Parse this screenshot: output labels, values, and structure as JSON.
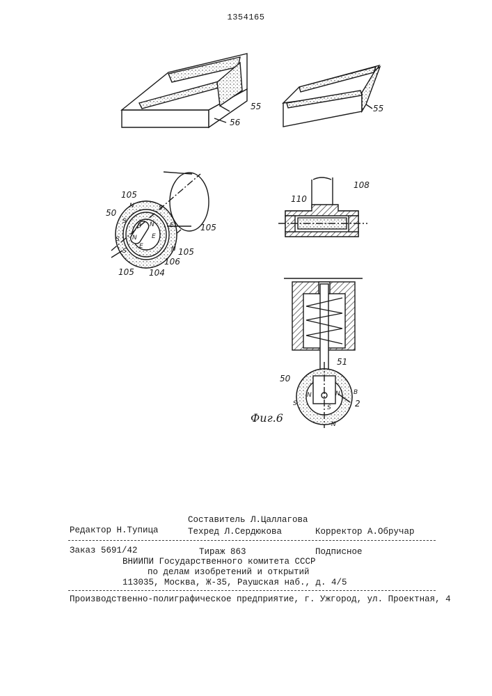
{
  "patent_number": "1354165",
  "figure_labels": {
    "upper_left_a": "55",
    "upper_left_b": "56",
    "upper_right": "55",
    "cyl_105_top": "105",
    "cyl_50": "50",
    "cyl_105_right": "105",
    "cyl_105_right_low": "105",
    "cyl_106": "106",
    "cyl_104": "104",
    "cyl_105_bottom": "105",
    "pole_n1": "N",
    "pole_s1": "S",
    "pole_b1": "B",
    "pole_n2": "N",
    "pole_s2": "S",
    "pole_n3": "N",
    "pole_s3": "S",
    "pole_n4": "N",
    "pole_s4": "S",
    "pole_e1": "E",
    "pole_e2": "E",
    "pole_e3": "E",
    "block_108": "108",
    "block_110": "110",
    "spring_51": "51",
    "wheel_50": "50",
    "wheel_2": "2",
    "wheel_b": "B",
    "wheel_s1": "S",
    "wheel_n1": "N",
    "wheel_s2": "S",
    "wheel_n2": "N",
    "wheel_n3": "N",
    "figure_caption": "Фиг.6"
  },
  "colophon": {
    "compiler": "Составитель Л.Цаллагова",
    "editor": "Редактор Н.Тупица",
    "techred": "Техред Л.Сердюкова",
    "corrector": "Корректор А.Обручар",
    "order": "Заказ 5691/42",
    "print_run": "Тираж 863",
    "subscription": "Подписное",
    "org_line1": "ВНИИПИ Государственного комитета СССР",
    "org_line2": "по делам изобретений и открытий",
    "address": "113035, Москва, Ж-35, Раушская наб., д. 4/5",
    "printer": "Производственно-полиграфическое предприятие, г. Ужгород, ул. Проектная, 4"
  }
}
